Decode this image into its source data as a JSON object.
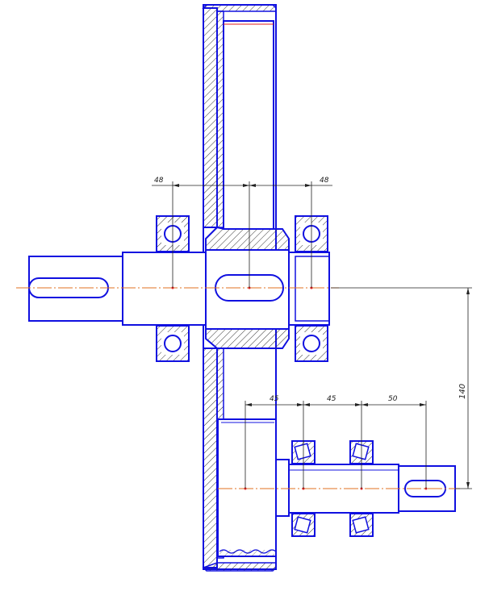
{
  "colors": {
    "outline": "#1010e0",
    "hatch": "#333333",
    "dimension": "#222222",
    "centerline": "#e07020",
    "background": "#ffffff"
  },
  "dimensions": {
    "upper_bearing_left": "48",
    "upper_bearing_right": "48",
    "lower_span_1": "45",
    "lower_span_2": "45",
    "lower_span_3": "50",
    "center_distance": "140"
  }
}
